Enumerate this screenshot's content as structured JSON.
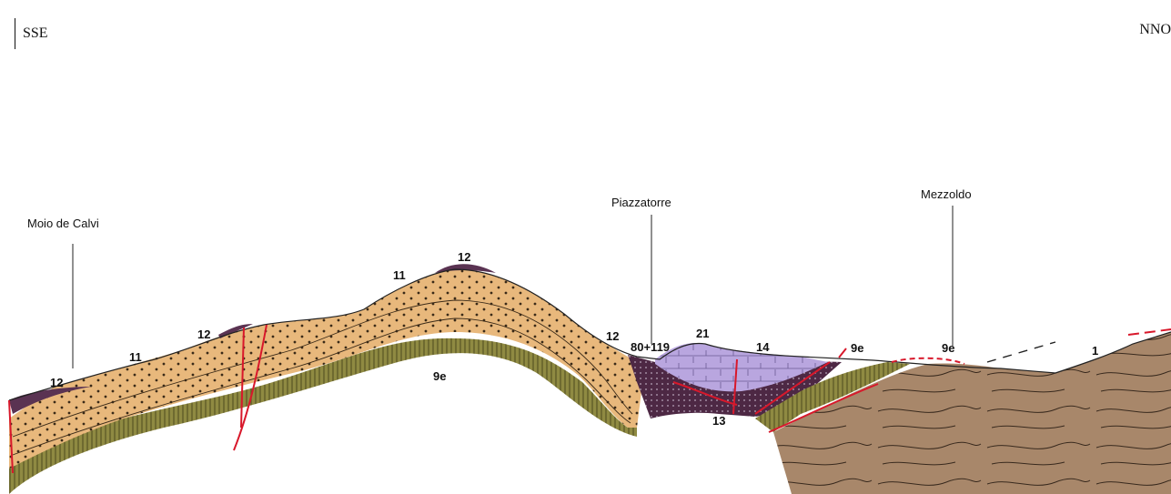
{
  "header": {
    "left_direction": "SSE",
    "right_direction": "NNO"
  },
  "places": {
    "moio": "Moio de Calvi",
    "piazzatorre": "Piazzatorre",
    "mezzoldo": "Mezzoldo"
  },
  "units": {
    "u12_left": "12",
    "u11_left": "11",
    "u12_mid": "12",
    "u11_top": "11",
    "u12_top": "12",
    "u9e_center": "9e",
    "u12_right": "12",
    "u80_119": "80+119",
    "u21": "21",
    "u14": "14",
    "u13": "13",
    "u9e_a": "9e",
    "u9e_b": "9e",
    "u1": "1"
  },
  "colors": {
    "sandstone": "#e8b87c",
    "olive_band": "#8f8a42",
    "dark_purple": "#5a3352",
    "lilac": "#b9a6df",
    "brown_basement": "#a8876a",
    "fault_red": "#d8182b"
  }
}
